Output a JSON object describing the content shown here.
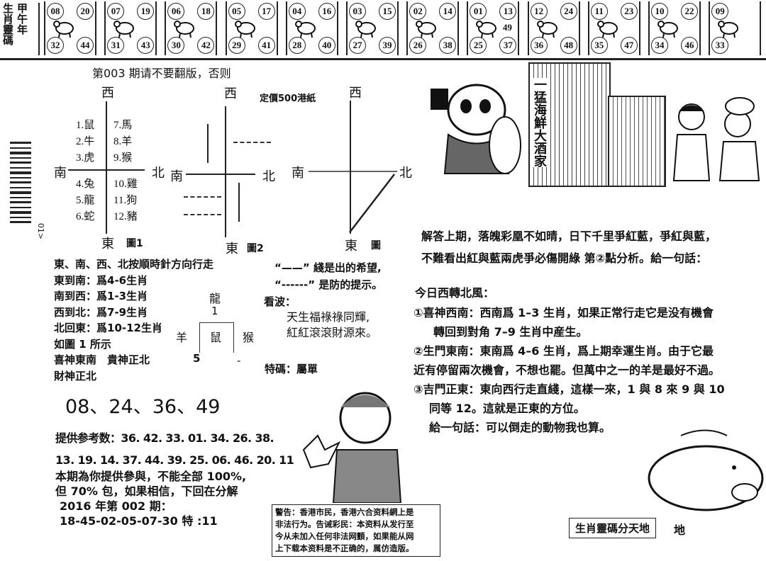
{
  "header": {
    "label_left": "生肖靈碼",
    "label_right": "甲午年"
  },
  "zodiac": [
    {
      "name": "rat",
      "nums": [
        "08",
        "20",
        "32",
        "44"
      ]
    },
    {
      "name": "ox",
      "nums": [
        "07",
        "19",
        "31",
        "43"
      ]
    },
    {
      "name": "tiger",
      "nums": [
        "06",
        "18",
        "30",
        "42"
      ]
    },
    {
      "name": "rabbit",
      "nums": [
        "05",
        "17",
        "29",
        "41"
      ]
    },
    {
      "name": "dragon",
      "nums": [
        "04",
        "16",
        "28",
        "40"
      ]
    },
    {
      "name": "snake",
      "nums": [
        "03",
        "15",
        "27",
        "39"
      ]
    },
    {
      "name": "horse",
      "nums": [
        "02",
        "14",
        "26",
        "38"
      ]
    },
    {
      "name": "goat",
      "nums": [
        "01",
        "13",
        "25",
        "37",
        "49"
      ]
    },
    {
      "name": "monkey",
      "nums": [
        "12",
        "24",
        "36",
        "48"
      ]
    },
    {
      "name": "rooster",
      "nums": [
        "11",
        "23",
        "35",
        "47"
      ]
    },
    {
      "name": "dog",
      "nums": [
        "10",
        "22",
        "34",
        "46"
      ]
    },
    {
      "name": "pig",
      "nums": [
        "09",
        "",
        "33",
        ""
      ]
    }
  ],
  "issue_notice": "第003 期请不要翻版，否则",
  "price": "定價500港紙",
  "side_code": "01>",
  "dirs": {
    "west": "西",
    "east": "東",
    "south": "南",
    "north": "北"
  },
  "diagram1": {
    "caption": "圖1",
    "left": [
      "1.鼠",
      "2.牛",
      "3.虎",
      "4.兔",
      "5.龍",
      "6.蛇"
    ],
    "right": [
      "7.馬",
      "8.羊",
      "9.猴",
      "10.雞",
      "11.狗",
      "12.豬"
    ]
  },
  "diagram2": {
    "caption": "圖2"
  },
  "diagram3": {
    "caption": "圖"
  },
  "rules": [
    "東、南、西、北按順時針方向行走",
    "東到南：爲4-6生肖",
    "南到西：爲1-3生肖",
    "西到北：爲7-9生肖",
    "北回東：爲10-12生肖",
    "如圖 1 所示",
    "喜神東南　貴神正北",
    "財神正北"
  ],
  "mini": {
    "top": "龍",
    "top_num": "1",
    "left": "羊",
    "center": "鼠",
    "right": "猴",
    "bottom_num": "5",
    "dash": "-"
  },
  "legend": [
    "“——” 綫是出的希望,",
    "“------” 是防的提示。"
  ],
  "wave_title": "看波：",
  "wave_lines": [
    "天生福祿祿同輝,",
    "紅紅滾滾財源來。"
  ],
  "special": "特碼：屬單",
  "main_numbers": "08、24、36、49",
  "ref_numbers": [
    "提供参考数：36. 42. 33. 01. 34. 26. 38.",
    "13. 19. 14. 37. 44. 39. 25. 06. 46. 20. 11"
  ],
  "promo": [
    "本期為你提供參與，不能全部 100%,",
    "但 70% 包，如果相信，下回在分解"
  ],
  "last_issue": {
    "title": "2016 年第 002 期：",
    "result": "18-45-02-05-07-30 特 :11"
  },
  "warning": [
    "警告：香港市民，香港六合资料網上是",
    "非法行为。告诫彩民：本资料从发行至",
    "今从未加入任何非法网顫，如果能从网",
    "上下载本资料是不正确的，属仿造版。"
  ],
  "restaurant_sign": "一猛海鮮大酒家",
  "answer": [
    "解答上期，落魄彩凰不如晴，日下千里爭紅藍，爭紅與藍，",
    "不難看出紅與藍兩虎爭必傷開綠 第②點分析。給一句話："
  ],
  "today": {
    "title": "今日西轉北風：",
    "lines": [
      "①喜神西南：西南爲 1–3 生肖，如果正常行走它是没有機會",
      "轉回到對角 7–9 生肖中産生。",
      "②生門東南：東南爲 4–6 生肖，爲上期幸運生肖。由于它最",
      "近有停留兩次機會，不想也罷。但萬中之一的羊是最好不過。",
      "③吉門正東：東向西行走直綫，這樣一來，1 與 8 來 9 與 10",
      "同等 12。這就是正東的方位。",
      "給一句話：可以倒走的動物我也算。"
    ]
  },
  "footer_box": "生肖靈碼分天地",
  "footer_extra": "地"
}
